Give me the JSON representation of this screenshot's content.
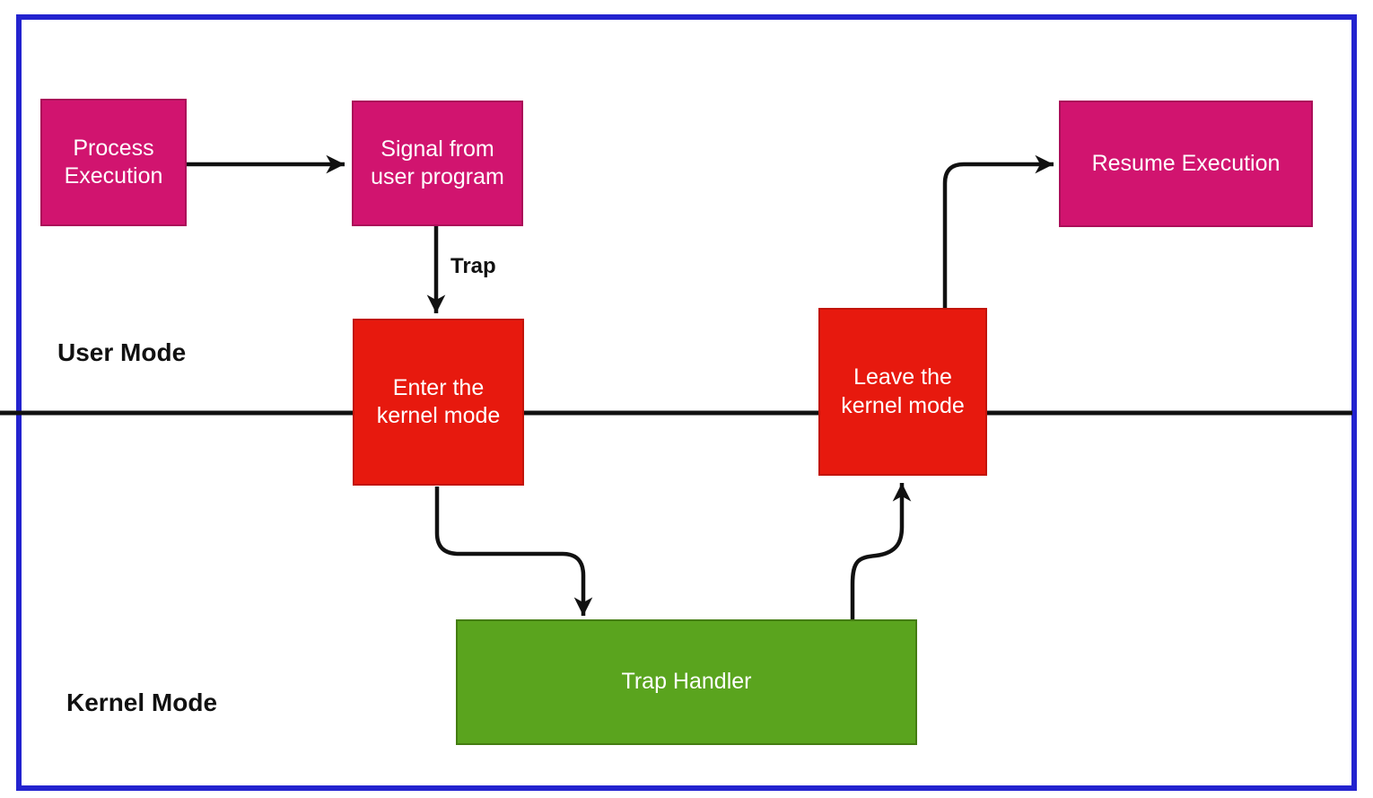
{
  "diagram": {
    "type": "flow-diagram",
    "topic": "Trap handling: user mode to kernel mode transition",
    "regions": {
      "user_mode": "User Mode",
      "kernel_mode": "Kernel Mode"
    },
    "nodes": {
      "process_execution": {
        "label": "Process Execution",
        "color": "#d1146f",
        "text_color": "#ffffff"
      },
      "signal_from_user_program": {
        "label": "Signal from user program",
        "color": "#d1146f",
        "text_color": "#ffffff"
      },
      "resume_execution": {
        "label": "Resume Execution",
        "color": "#d1146f",
        "text_color": "#ffffff"
      },
      "enter_kernel_mode": {
        "label": "Enter the kernel mode",
        "color": "#e7190e",
        "text_color": "#ffffff"
      },
      "leave_kernel_mode": {
        "label": "Leave the kernel mode",
        "color": "#e7190e",
        "text_color": "#ffffff"
      },
      "trap_handler": {
        "label": "Trap Handler",
        "color": "#5aa41e",
        "text_color": "#ffffff"
      }
    },
    "edges": [
      {
        "from": "Process Execution",
        "to": "Signal from user program",
        "label": ""
      },
      {
        "from": "Signal from user program",
        "to": "Enter the kernel mode",
        "label": "Trap"
      },
      {
        "from": "Enter the kernel mode",
        "to": "Trap Handler",
        "label": ""
      },
      {
        "from": "Trap Handler",
        "to": "Leave the kernel mode",
        "label": ""
      },
      {
        "from": "Leave the kernel mode",
        "to": "Resume Execution",
        "label": ""
      }
    ],
    "edge_labels": {
      "trap": "Trap"
    },
    "colors": {
      "frame_border": "#2323cf",
      "pink_fill": "#d1146f",
      "pink_border": "#ab0e59",
      "red_fill": "#e7190e",
      "red_border": "#c2140a",
      "green_fill": "#5aa41e",
      "green_border": "#447d12",
      "connector": "#111111",
      "background": "#ffffff"
    }
  }
}
